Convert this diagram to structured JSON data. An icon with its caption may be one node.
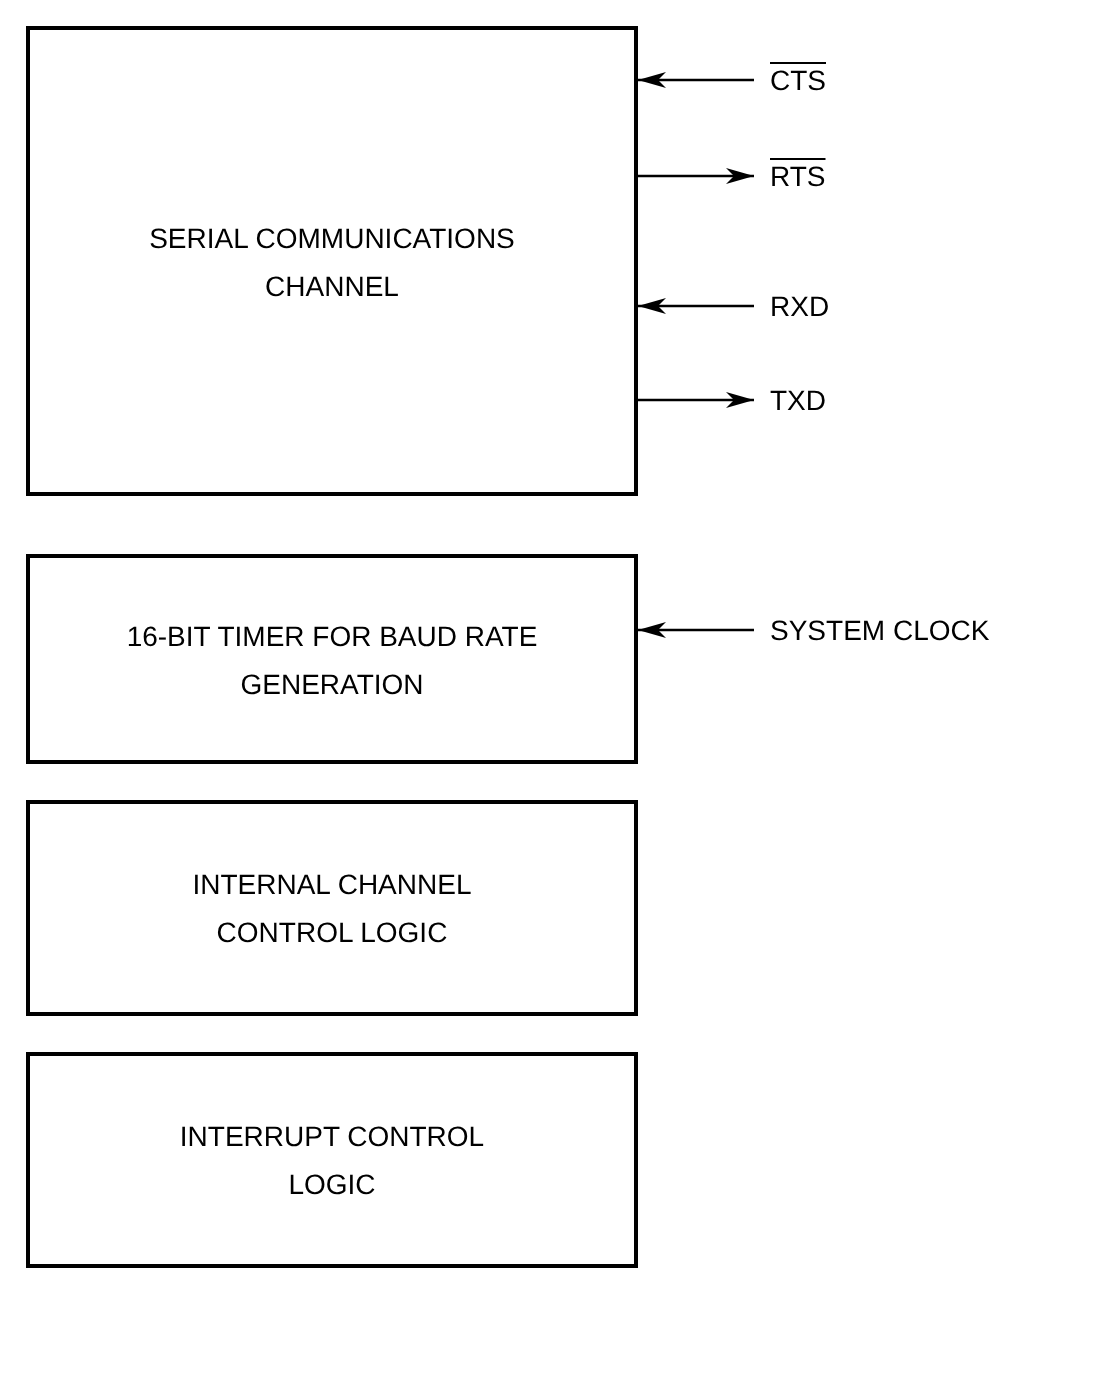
{
  "diagram": {
    "nodes": [
      {
        "text": [
          "SERIAL COMMUNICATIONS CHANNEL"
        ]
      },
      {
        "text": [
          "CTS"
        ]
      },
      {
        "text": [
          "RTS"
        ]
      },
      {
        "text": [
          "RXD"
        ]
      },
      {
        "text": [
          "TXD"
        ]
      },
      {
        "text": [
          "16-BIT TIMER FOR BAUD RATE GENERATION"
        ]
      },
      {
        "text": [
          "SYSTEM CLOCK"
        ]
      },
      {
        "text": [
          "INTERNAL CHANNEL CONTROL LOGIC"
        ]
      },
      {
        "text": [
          "INTERRUPT CONTROL LOGIC"
        ]
      }
    ],
    "edges": [
      {
        "from": 1,
        "to": 0,
        "arrow": "to"
      },
      {
        "from": 0,
        "to": 2,
        "arrow": "to"
      },
      {
        "from": 3,
        "to": 0,
        "arrow": "to"
      },
      {
        "from": 0,
        "to": 4,
        "arrow": "to"
      },
      {
        "from": 6,
        "to": 5,
        "arrow": "to"
      }
    ]
  }
}
